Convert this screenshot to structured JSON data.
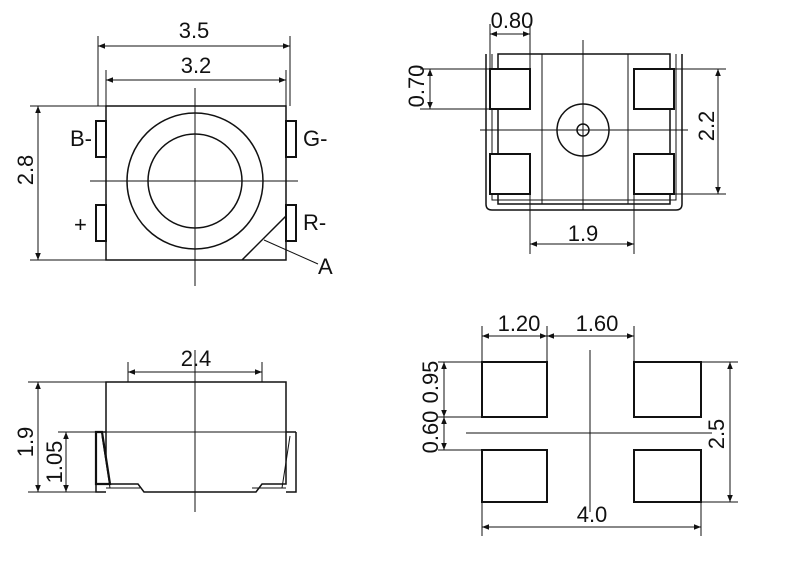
{
  "top_view": {
    "width_outer": "3.5",
    "width_inner": "3.2",
    "height": "2.8",
    "pins": {
      "b": "B-",
      "g": "G-",
      "plus": "+",
      "r": "R-"
    },
    "marker": "A"
  },
  "bottom_view": {
    "pad_width": "0.80",
    "pad_height": "0.70",
    "pad_span_v": "2.2",
    "pad_span_h": "1.9"
  },
  "side_view": {
    "top_width": "2.4",
    "height_total": "1.9",
    "height_lower": "1.05"
  },
  "footprint": {
    "pad_w": "1.20",
    "pad_gap": "1.60",
    "pad_h": "0.95",
    "gap_v": "0.60",
    "total_h": "2.5",
    "total_w": "4.0"
  }
}
